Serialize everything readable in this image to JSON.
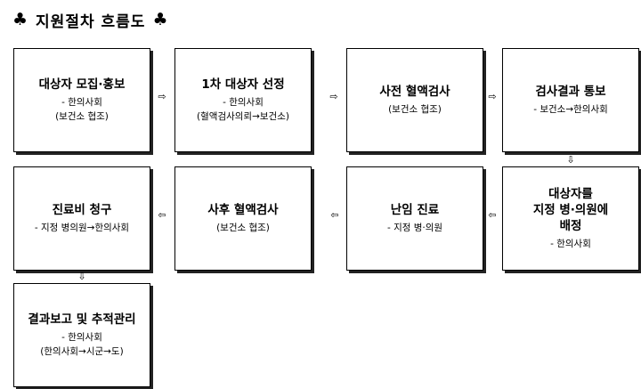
{
  "title": {
    "icon_left": "♣",
    "text": "지원절차 흐름도",
    "icon_right": "♣"
  },
  "steps": [
    {
      "head": [
        "대상자 모집·홍보"
      ],
      "lines": [
        "- 한의사회",
        "(보건소 협조)"
      ]
    },
    {
      "head": [
        "1차 대상자 선정"
      ],
      "lines": [
        "- 한의사회",
        "(혈액검사의뢰→보건소)"
      ]
    },
    {
      "head": [
        "사전 혈액검사"
      ],
      "lines": [
        "(보건소 협조)"
      ]
    },
    {
      "head": [
        "검사결과 통보"
      ],
      "lines": [
        "- 보건소→한의사회"
      ]
    },
    {
      "head": [
        "대상자를",
        "지정 병·의원에",
        "배정"
      ],
      "lines": [
        "- 한의사회"
      ]
    },
    {
      "head": [
        "난임 진료"
      ],
      "lines": [
        "- 지정 병·의원"
      ]
    },
    {
      "head": [
        "사후 혈액검사"
      ],
      "lines": [
        "(보건소 협조)"
      ]
    },
    {
      "head": [
        "진료비 청구"
      ],
      "lines": [
        "- 지정 병의원→한의사회"
      ]
    },
    {
      "head": [
        "결과보고 및 추적관리"
      ],
      "lines": [
        "- 한의사회",
        "(한의사회→시군→도)"
      ]
    }
  ],
  "arrows": {
    "right": "⇨",
    "left": "⇦",
    "down": "⇩"
  }
}
